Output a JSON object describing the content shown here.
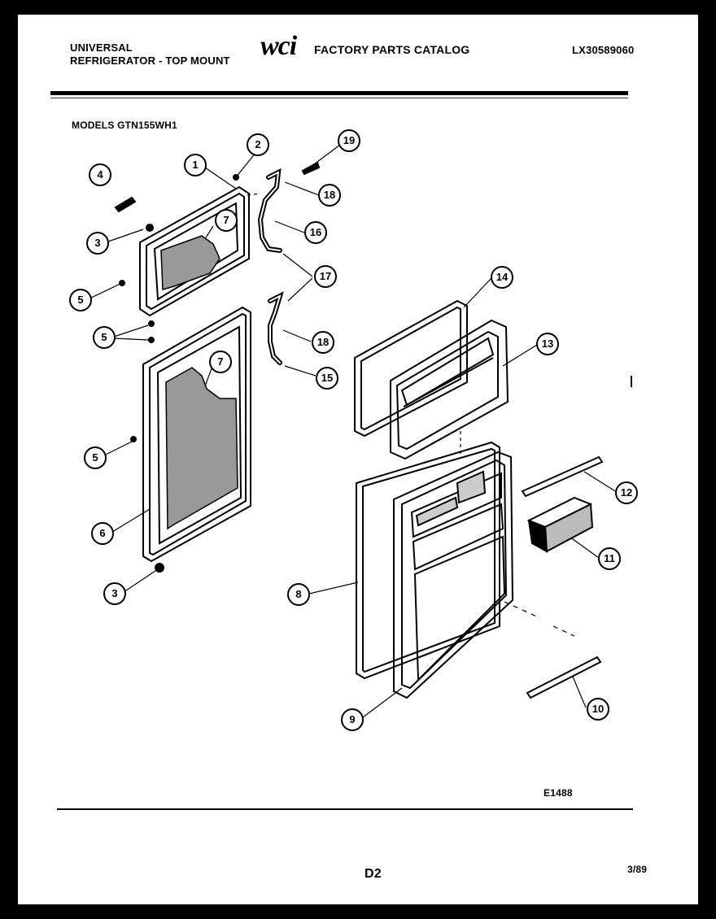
{
  "header": {
    "brand_line1": "UNIVERSAL",
    "brand_line2": "REFRIGERATOR - TOP MOUNT",
    "logo_text": "wci",
    "catalog_title": "FACTORY PARTS CATALOG",
    "catalog_number": "LX30589060",
    "models": "MODELS GTN155WH1"
  },
  "diagram": {
    "drawing_id": "E1488",
    "callouts": [
      {
        "label": "1"
      },
      {
        "label": "2"
      },
      {
        "label": "19"
      },
      {
        "label": "4"
      },
      {
        "label": "18"
      },
      {
        "label": "7"
      },
      {
        "label": "3"
      },
      {
        "label": "16"
      },
      {
        "label": "17"
      },
      {
        "label": "5"
      },
      {
        "label": "14"
      },
      {
        "label": "5"
      },
      {
        "label": "18"
      },
      {
        "label": "13"
      },
      {
        "label": "7"
      },
      {
        "label": "15"
      },
      {
        "label": "5"
      },
      {
        "label": "12"
      },
      {
        "label": "6"
      },
      {
        "label": "11"
      },
      {
        "label": "3"
      },
      {
        "label": "8"
      },
      {
        "label": "9"
      },
      {
        "label": "10"
      }
    ]
  },
  "footer": {
    "page_label": "D2",
    "date": "3/89"
  }
}
